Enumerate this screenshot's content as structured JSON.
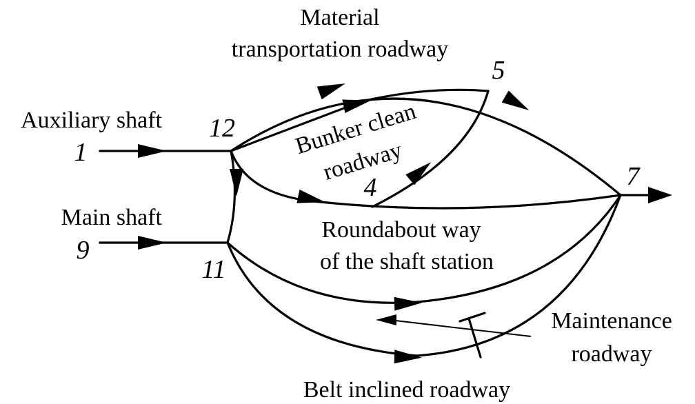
{
  "labels": {
    "material": [
      "Material",
      "transportation roadway"
    ],
    "bunker": [
      "Bunker clean",
      "roadway"
    ],
    "auxiliary": "Auxiliary shaft",
    "main_shaft": "Main shaft",
    "roundabout": [
      "Roundabout way",
      "of the shaft station"
    ],
    "maintenance": [
      "Maintenance",
      "roadway"
    ],
    "belt": "Belt inclined roadway"
  },
  "nodes": {
    "n1": "1",
    "n4": "4",
    "n5": "5",
    "n7": "7",
    "n9": "9",
    "n11": "11",
    "n12": "12"
  }
}
